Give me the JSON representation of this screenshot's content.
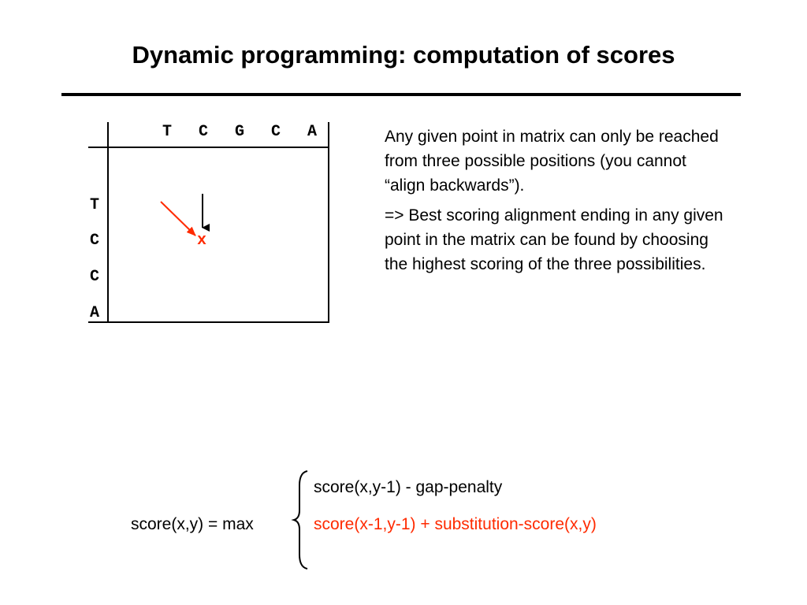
{
  "slide": {
    "title": "Dynamic programming: computation of scores"
  },
  "matrix": {
    "column_letters": [
      "T",
      "C",
      "G",
      "C",
      "A"
    ],
    "row_letters": [
      "T",
      "C",
      "C",
      "A"
    ],
    "marker": "x",
    "marker_color": "#ff2a00",
    "diagonal_arrow_color": "#ff2a00",
    "vertical_arrow_color": "#000000"
  },
  "explanation": {
    "paragraph1": "Any given point in matrix can only be reached from three possible positions (you cannot “align backwards”).",
    "paragraph2": "=> Best scoring alignment ending in any given point in the matrix can be found by choosing the highest scoring of the three possibilities."
  },
  "formula": {
    "lhs": "score(x,y) = max",
    "case_gap": "score(x,y-1) - gap-penalty",
    "case_substitution": "score(x-1,y-1) + substitution-score(x,y)",
    "highlight_color": "#ff2a00"
  }
}
